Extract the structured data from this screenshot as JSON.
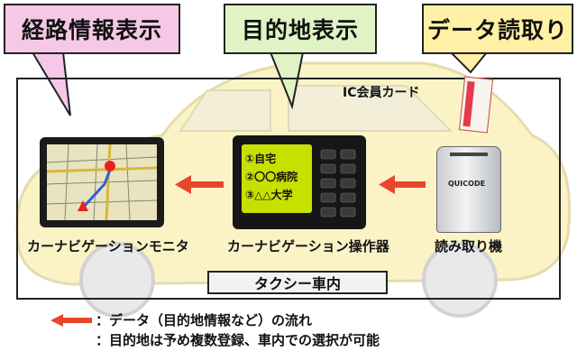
{
  "callouts": {
    "route_info": "経路情報表示",
    "destination": "目的地表示",
    "data_read": "データ読取り"
  },
  "devices": {
    "monitor_label": "カーナビゲーションモニタ",
    "controller_label": "カーナビゲーション操作器",
    "reader_label": "読み取り機",
    "ic_card_label": "IC会員カード",
    "reader_brand": "QUICODE"
  },
  "destination_list": [
    "①自宅",
    "②〇〇病院",
    "③△△大学"
  ],
  "in_car_label": "タクシー車内",
  "legend": {
    "arrow_text": "：データ（目的地情報など）の流れ",
    "note_text": "：目的地は予め複数登録、車内での選択が可能"
  },
  "colors": {
    "arrow": "#e8462c",
    "route_bubble": "#f4c8e6",
    "destination_bubble": "#dff3c4",
    "read_bubble": "#fff0a6",
    "controller_screen": "#c8e000"
  }
}
